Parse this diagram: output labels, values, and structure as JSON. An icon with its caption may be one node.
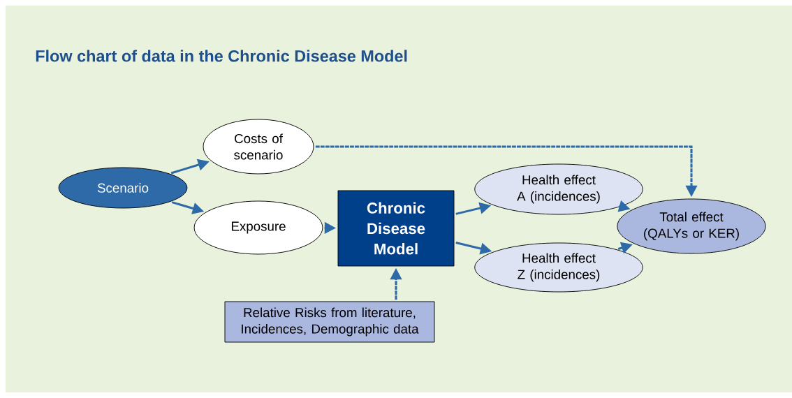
{
  "diagram": {
    "title": "Flow chart of data in the Chronic Disease Model",
    "nodes": [
      {
        "text": [
          "Scenario"
        ]
      },
      {
        "text": [
          "Costs of scenario"
        ]
      },
      {
        "text": [
          "Exposure"
        ]
      },
      {
        "text": [
          "Chronic Disease Model"
        ]
      },
      {
        "text": [
          "Health effect A (incidences)"
        ]
      },
      {
        "text": [
          "Health effect Z (incidences)"
        ]
      },
      {
        "text": [
          "Total effect (QALYs or KER)"
        ]
      },
      {
        "text": [
          "Relative Risks from literature, Incidences, Demographic data"
        ]
      }
    ],
    "edges": [
      {
        "from": 0,
        "to": 1,
        "arrow": "to"
      },
      {
        "from": 0,
        "to": 2,
        "arrow": "to"
      },
      {
        "from": 2,
        "to": 3,
        "arrow": "to"
      },
      {
        "from": 3,
        "to": 4,
        "arrow": "to"
      },
      {
        "from": 3,
        "to": 5,
        "arrow": "to"
      },
      {
        "from": 4,
        "to": 6,
        "arrow": "to"
      },
      {
        "from": 5,
        "to": 6,
        "arrow": "to"
      },
      {
        "from": 1,
        "to": 6,
        "arrow": "to",
        "style": "dashed"
      },
      {
        "from": 7,
        "to": 3,
        "arrow": "to",
        "style": "dashed"
      }
    ]
  }
}
